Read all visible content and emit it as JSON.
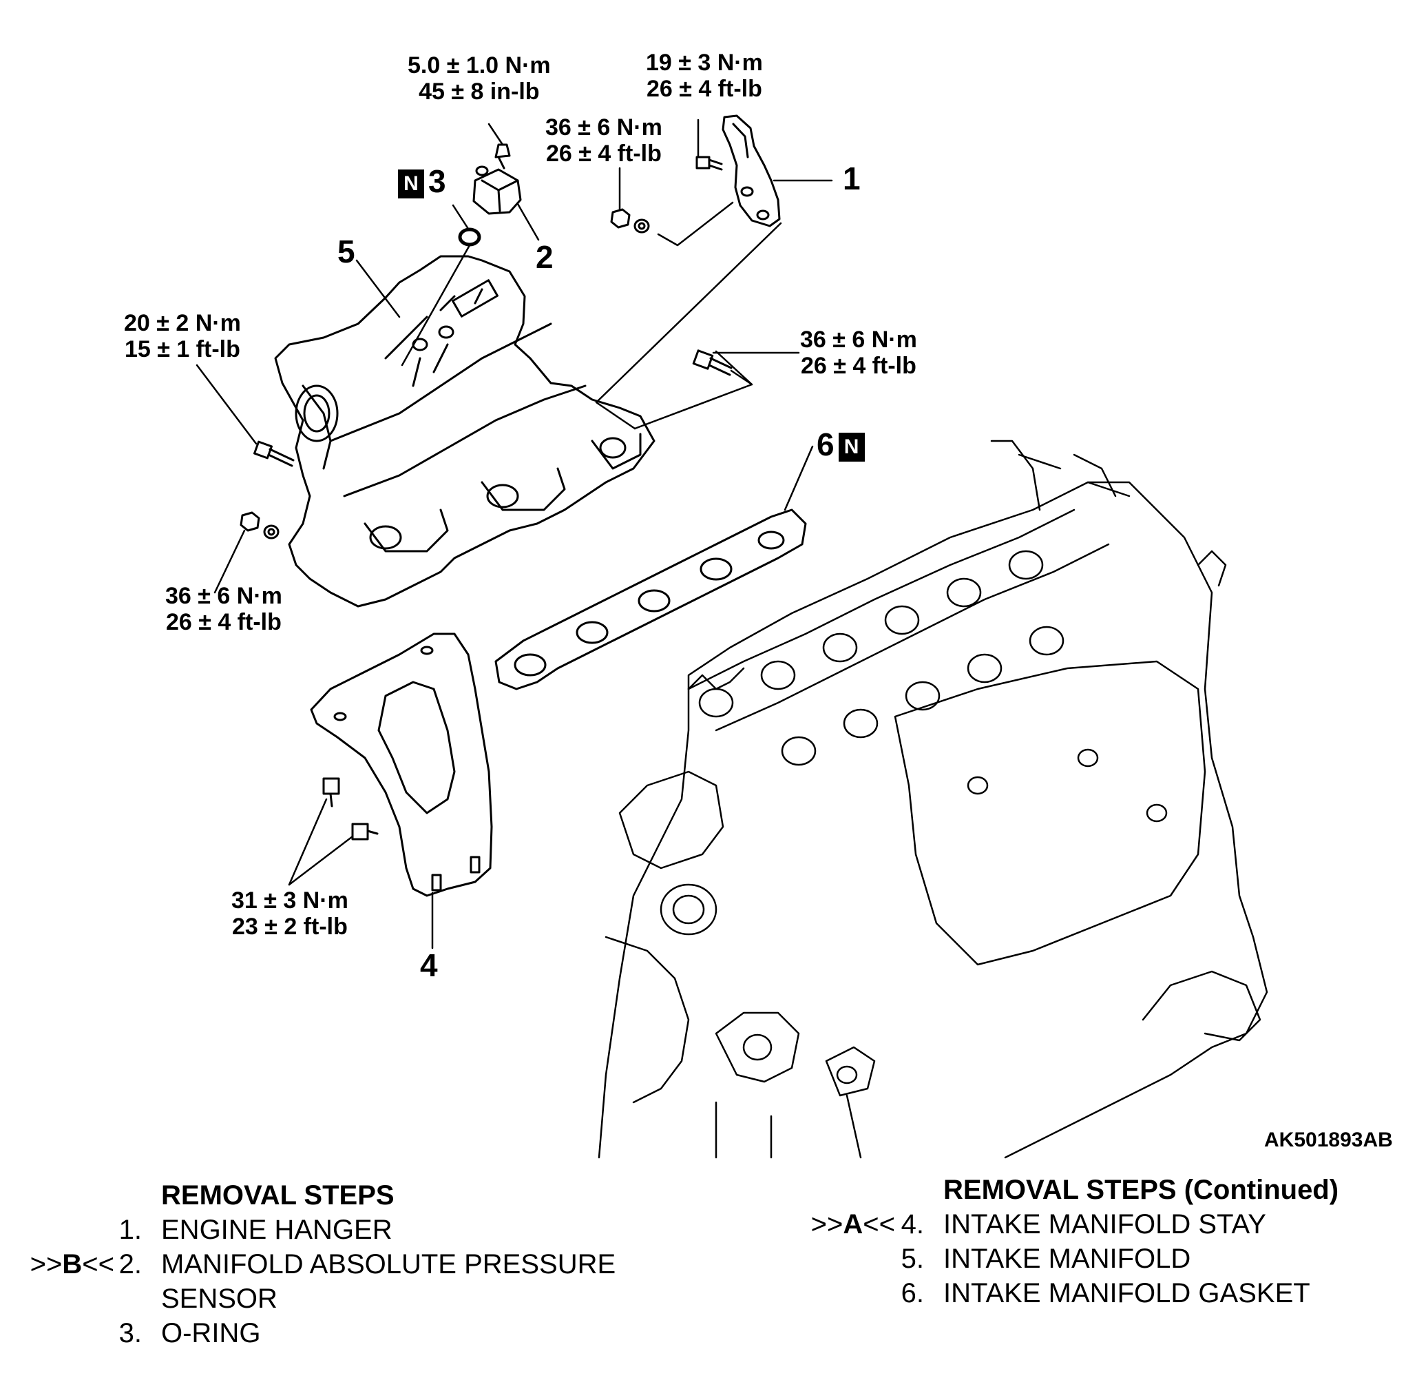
{
  "figure_id": "AK501893AB",
  "callouts": {
    "c1": "1",
    "c2": "2",
    "c3": "3",
    "c4": "4",
    "c5": "5",
    "c6": "6",
    "n_marker": "N"
  },
  "torque_specs": {
    "map_sensor_bolt": [
      "5.0 ± 1.0 N·m",
      "45 ± 8 in-lb"
    ],
    "hanger_bolt": [
      "19 ± 3 N·m",
      "26 ± 4 ft-lb"
    ],
    "hanger_nut": [
      "36 ± 6 N·m",
      "26 ± 4 ft-lb"
    ],
    "manifold_bolt_left": [
      "20 ± 2 N·m",
      "15 ± 1 ft-lb"
    ],
    "manifold_bolt_right": [
      "36 ± 6 N·m",
      "26 ± 4 ft-lb"
    ],
    "manifold_nut_left": [
      "36 ± 6 N·m",
      "26 ± 4 ft-lb"
    ],
    "stay_bolts": [
      "31 ± 3 N·m",
      "23 ± 2 ft-lb"
    ]
  },
  "removal_steps": {
    "heading": "REMOVAL STEPS",
    "items": [
      {
        "mark_pre": "",
        "mark_letter": "",
        "mark_post": "",
        "num": "1.",
        "label": "ENGINE HANGER"
      },
      {
        "mark_pre": ">>",
        "mark_letter": "B",
        "mark_post": "<<",
        "num": "2.",
        "label": "MANIFOLD ABSOLUTE PRESSURE"
      },
      {
        "mark_pre": "",
        "mark_letter": "",
        "mark_post": "",
        "num": "",
        "label": "SENSOR"
      },
      {
        "mark_pre": "",
        "mark_letter": "",
        "mark_post": "",
        "num": "3.",
        "label": "O-RING"
      }
    ]
  },
  "removal_steps_continued": {
    "heading": "REMOVAL STEPS (Continued)",
    "items": [
      {
        "mark_pre": ">>",
        "mark_letter": "A",
        "mark_post": "<<",
        "num": "4.",
        "label": "INTAKE MANIFOLD STAY"
      },
      {
        "mark_pre": "",
        "mark_letter": "",
        "mark_post": "",
        "num": "5.",
        "label": "INTAKE MANIFOLD"
      },
      {
        "mark_pre": "",
        "mark_letter": "",
        "mark_post": "",
        "num": "6.",
        "label": "INTAKE MANIFOLD GASKET"
      }
    ]
  }
}
